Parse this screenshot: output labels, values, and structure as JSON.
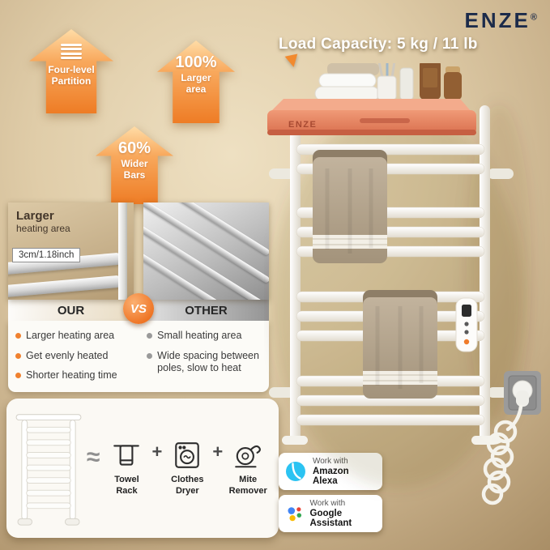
{
  "logo": {
    "text": "ENZE",
    "reg": "®"
  },
  "header": {
    "load_capacity": "Load Capacity: 5 kg / 11 lb"
  },
  "feature_arrows": [
    {
      "line1": "Four-level",
      "line2": "Partition"
    },
    {
      "value": "100%",
      "line1": "Larger",
      "line2": "area"
    },
    {
      "value": "60%",
      "line1": "Wider",
      "line2": "Bars"
    }
  ],
  "comparison": {
    "our": {
      "photo_title_line1": "Larger",
      "photo_title_line2": "heating area",
      "measurement": "3cm/1.18inch",
      "label": "OUR",
      "points": [
        "Larger heating area",
        "Get evenly heated",
        "Shorter heating time"
      ]
    },
    "vs": "VS",
    "other": {
      "label": "OTHER",
      "points": [
        "Small heating area",
        "Wide spacing between poles, slow to heat"
      ]
    }
  },
  "equation": {
    "approx": "≈",
    "plus": "+",
    "items": [
      {
        "icon": "towel-rack-icon",
        "line1": "Towel",
        "line2": "Rack"
      },
      {
        "icon": "clothes-dryer-icon",
        "line1": "Clothes",
        "line2": "Dryer"
      },
      {
        "icon": "mite-remover-icon",
        "line1": "Mite",
        "line2": "Remover"
      }
    ]
  },
  "badges": [
    {
      "icon": "amazon-alexa-icon",
      "line1": "Work with",
      "line2": "Amazon Alexa"
    },
    {
      "icon": "google-assistant-icon",
      "line1": "Work with",
      "line2": "Google Assistant"
    }
  ],
  "product": {
    "shelf_logo": "ENZE"
  },
  "colors": {
    "accent_orange": "#ee7c25",
    "shelf_coral": "#e88a6a",
    "towel_tan": "#b5a68f",
    "logo_navy": "#1c2b4a",
    "alexa_blue": "#2bc3f2"
  }
}
